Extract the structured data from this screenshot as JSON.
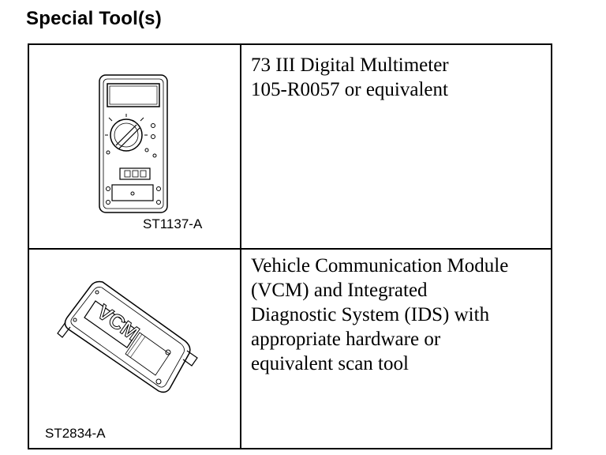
{
  "heading": "Special Tool(s)",
  "tools": [
    {
      "illustration_code": "ST1137-A",
      "description_lines": [
        "73 III Digital Multimeter",
        "105-R0057 or equivalent"
      ]
    },
    {
      "illustration_code": "ST2834-A",
      "illustration_label": "VCM",
      "description_lines": [
        "Vehicle Communication Module",
        "(VCM) and Integrated",
        "Diagnostic System (IDS) with",
        "appropriate hardware or",
        "equivalent scan tool"
      ]
    }
  ]
}
